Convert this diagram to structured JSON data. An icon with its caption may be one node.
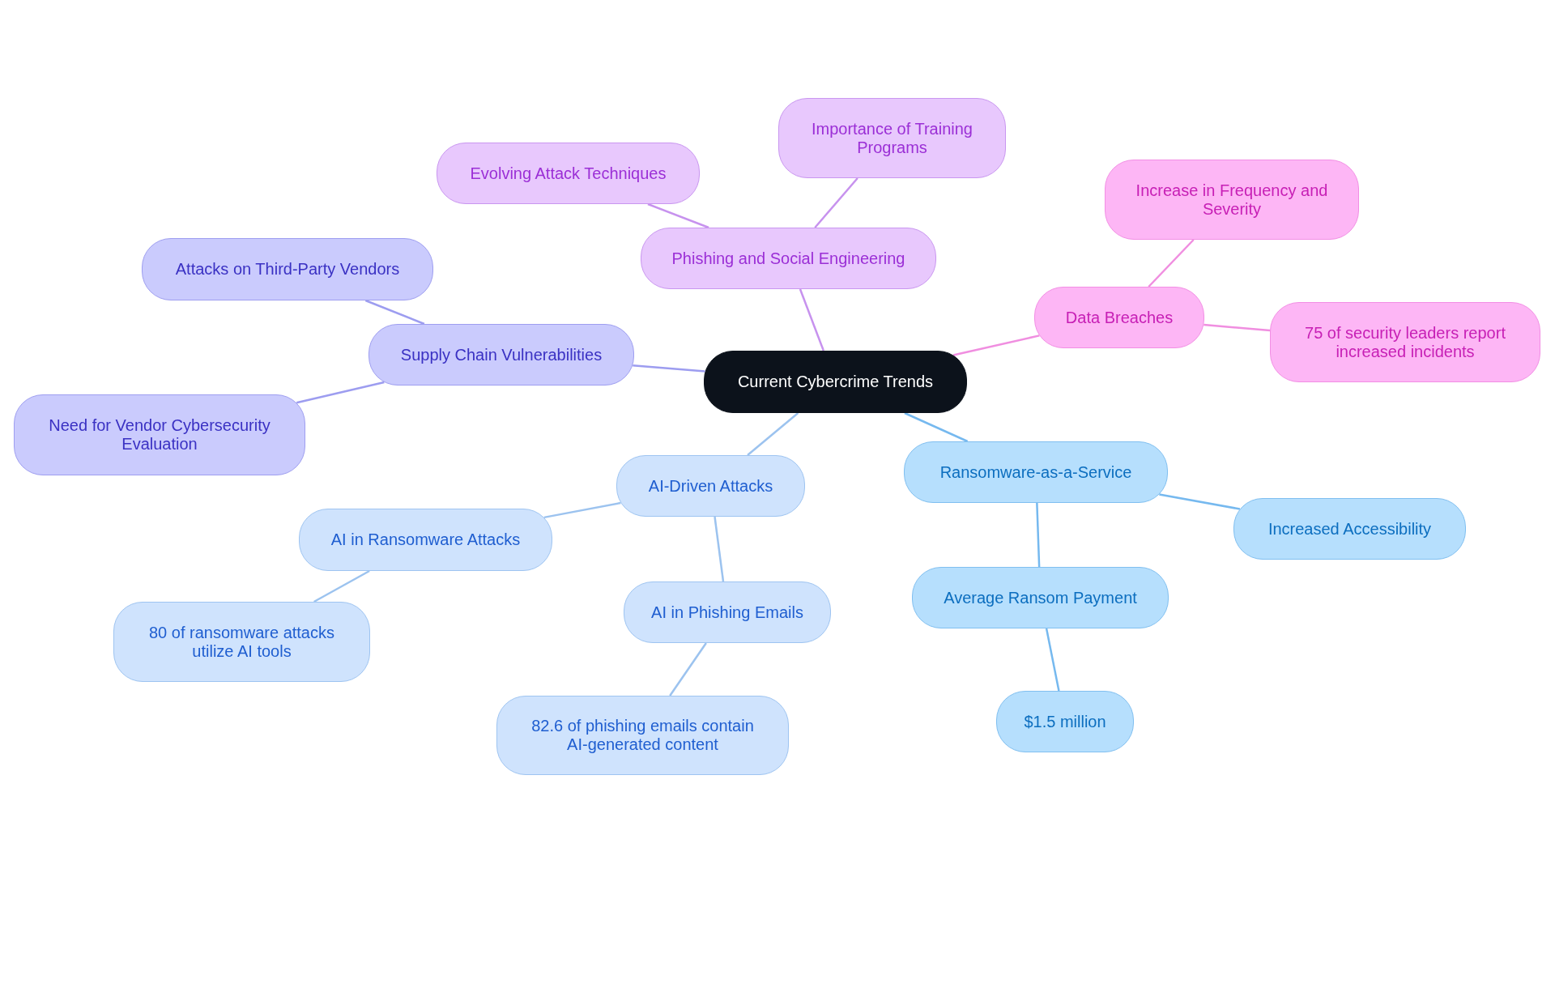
{
  "diagram": {
    "nodes": [
      {
        "text": [
          "Current Cybercrime Trends"
        ]
      },
      {
        "text": [
          "Phishing and Social Engineering"
        ]
      },
      {
        "text": [
          "Evolving Attack Techniques"
        ]
      },
      {
        "text": [
          "Importance of Training Programs"
        ]
      },
      {
        "text": [
          "Data Breaches"
        ]
      },
      {
        "text": [
          "Increase in Frequency and Severity"
        ]
      },
      {
        "text": [
          "75 of security leaders report increased incidents"
        ]
      },
      {
        "text": [
          "Supply Chain Vulnerabilities"
        ]
      },
      {
        "text": [
          "Attacks on Third-Party Vendors"
        ]
      },
      {
        "text": [
          "Need for Vendor Cybersecurity Evaluation"
        ]
      },
      {
        "text": [
          "AI-Driven Attacks"
        ]
      },
      {
        "text": [
          "AI in Ransomware Attacks"
        ]
      },
      {
        "text": [
          "80 of ransomware attacks utilize AI tools"
        ]
      },
      {
        "text": [
          "AI in Phishing Emails"
        ]
      },
      {
        "text": [
          "82.6 of phishing emails contain AI-generated content"
        ]
      },
      {
        "text": [
          "Ransomware-as-a-Service"
        ]
      },
      {
        "text": [
          "Increased Accessibility"
        ]
      },
      {
        "text": [
          "Average Ransom Payment"
        ]
      },
      {
        "text": [
          "$1.5 million"
        ]
      }
    ],
    "edges": [
      {
        "from": 0,
        "to": 1,
        "arrow": "none",
        "color": "#c792ee"
      },
      {
        "from": 1,
        "to": 2,
        "arrow": "none",
        "color": "#c792ee"
      },
      {
        "from": 1,
        "to": 3,
        "arrow": "none",
        "color": "#c792ee"
      },
      {
        "from": 0,
        "to": 4,
        "arrow": "none",
        "color": "#f08ee0"
      },
      {
        "from": 4,
        "to": 5,
        "arrow": "none",
        "color": "#f08ee0"
      },
      {
        "from": 4,
        "to": 6,
        "arrow": "none",
        "color": "#f08ee0"
      },
      {
        "from": 0,
        "to": 7,
        "arrow": "none",
        "color": "#9d9df0"
      },
      {
        "from": 7,
        "to": 8,
        "arrow": "none",
        "color": "#9d9df0"
      },
      {
        "from": 7,
        "to": 9,
        "arrow": "none",
        "color": "#9d9df0"
      },
      {
        "from": 0,
        "to": 10,
        "arrow": "none",
        "color": "#9cc3ef"
      },
      {
        "from": 10,
        "to": 11,
        "arrow": "none",
        "color": "#9cc3ef"
      },
      {
        "from": 11,
        "to": 12,
        "arrow": "none",
        "color": "#9cc3ef"
      },
      {
        "from": 10,
        "to": 13,
        "arrow": "none",
        "color": "#9cc3ef"
      },
      {
        "from": 13,
        "to": 14,
        "arrow": "none",
        "color": "#9cc3ef"
      },
      {
        "from": 0,
        "to": 15,
        "arrow": "none",
        "color": "#76b9ef"
      },
      {
        "from": 15,
        "to": 16,
        "arrow": "none",
        "color": "#76b9ef"
      },
      {
        "from": 15,
        "to": 17,
        "arrow": "none",
        "color": "#76b9ef"
      },
      {
        "from": 17,
        "to": 18,
        "arrow": "none",
        "color": "#76b9ef"
      }
    ]
  }
}
